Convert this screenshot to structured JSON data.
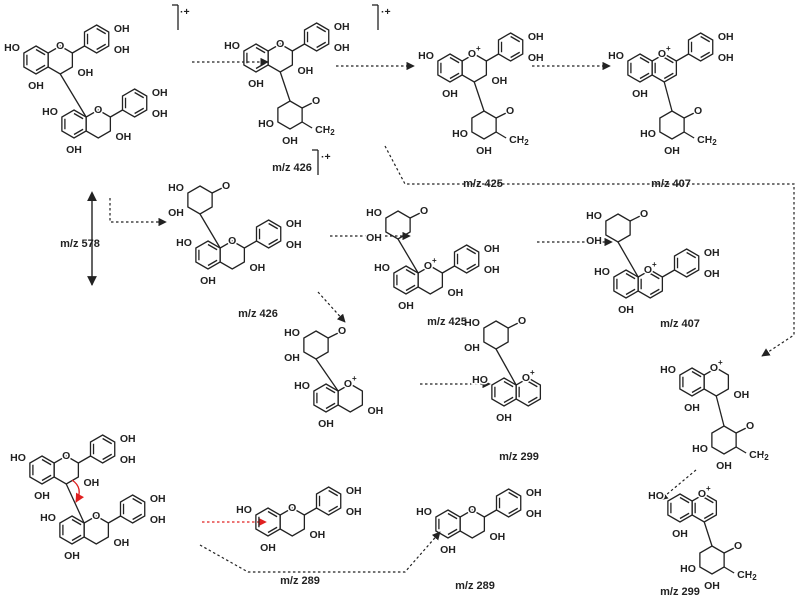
{
  "atoms": {
    "OH": "OH",
    "HO": "HO",
    "O": "O",
    "Oplus": "O",
    "plus": "+",
    "radical": "·+",
    "CH2": "CH",
    "sub2": "2"
  },
  "labels": [
    "m/z 578",
    "m/z 426",
    "m/z 425",
    "m/z 407",
    "m/z 426",
    "m/z 425",
    "m/z 407",
    "m/z 299",
    "m/z 289",
    "m/z 289",
    "m/z 299"
  ],
  "colors": {
    "ink": "#222222",
    "red_arrow": "#e02020"
  }
}
